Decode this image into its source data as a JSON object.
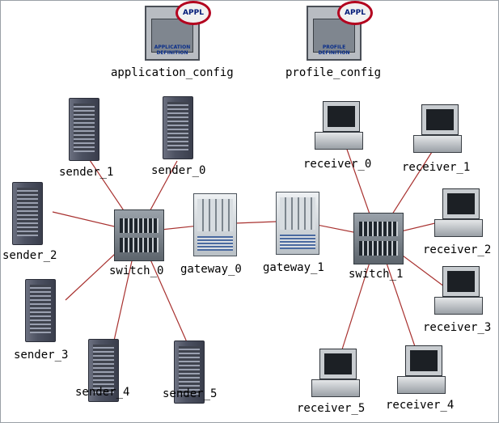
{
  "colors": {
    "link": "#a8312f",
    "badge_ring": "#b3001e",
    "config_text": "#0b2f8a"
  },
  "config": {
    "application": {
      "badge": "APPL",
      "caption": "APPLICATION DEFINITION",
      "label": "application_config"
    },
    "profile": {
      "badge": "APPL",
      "caption": "PROFILE DEFINITION",
      "label": "profile_config"
    }
  },
  "nodes": {
    "sender_0": "sender_0",
    "sender_1": "sender_1",
    "sender_2": "sender_2",
    "sender_3": "sender_3",
    "sender_4": "sender_4",
    "sender_5": "sender_5",
    "switch_0": "switch_0",
    "gateway_0": "gateway_0",
    "gateway_1": "gateway_1",
    "switch_1": "switch_1",
    "receiver_0": "receiver_0",
    "receiver_1": "receiver_1",
    "receiver_2": "receiver_2",
    "receiver_3": "receiver_3",
    "receiver_4": "receiver_4",
    "receiver_5": "receiver_5"
  }
}
